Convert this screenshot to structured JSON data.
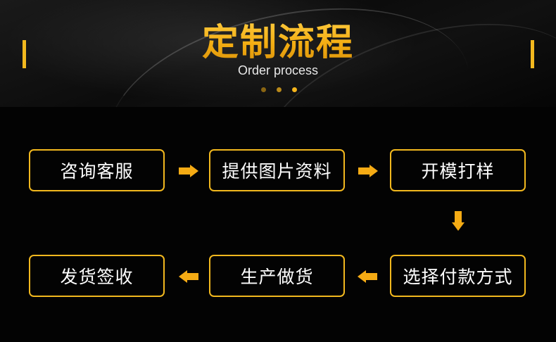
{
  "header": {
    "title": "定制流程",
    "subtitle": "Order process"
  },
  "colors": {
    "accent": "#f2b81e",
    "background": "#030303",
    "text": "#ffffff"
  },
  "steps": [
    {
      "label": "咨询客服"
    },
    {
      "label": "提供图片资料"
    },
    {
      "label": "开模打样"
    },
    {
      "label": "选择付款方式"
    },
    {
      "label": "生产做货"
    },
    {
      "label": "发货签收"
    }
  ],
  "icons": {
    "arrow_right": "arrow-right-icon",
    "arrow_left": "arrow-left-icon",
    "arrow_down": "arrow-down-icon"
  }
}
